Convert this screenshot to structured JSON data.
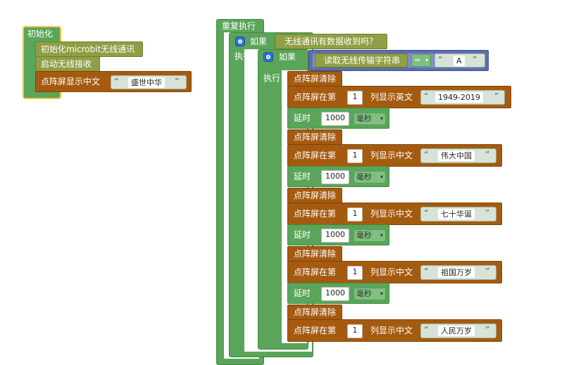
{
  "init_block": {
    "header": "初始化",
    "init_radio": "初始化microbit无线通讯",
    "start_receive": "启动无线接收",
    "matrix_show_cn": "点阵屏显示中文",
    "matrix_show_text": "盛世中华"
  },
  "loop_block": {
    "header": "重复执行",
    "if1_label": "如果",
    "if1_condition": "无线通讯有数据收到吗？",
    "do1_label": "执行",
    "if2_label": "如果",
    "read_string": "读取无线传输字符串",
    "compare_op": "=",
    "compare_value": "A",
    "do2_label": "执行"
  },
  "actions": [
    {
      "clear": "点阵屏清除",
      "show_prefix": "点阵屏在第",
      "row": "1",
      "show_mode": "列显示英文",
      "text": "1949-2019",
      "delay_label": "延时",
      "delay_value": "1000",
      "delay_unit": "毫秒"
    },
    {
      "clear": "点阵屏清除",
      "show_prefix": "点阵屏在第",
      "row": "1",
      "show_mode": "列显示中文",
      "text": "伟大中国",
      "delay_label": "延时",
      "delay_value": "1000",
      "delay_unit": "毫秒"
    },
    {
      "clear": "点阵屏清除",
      "show_prefix": "点阵屏在第",
      "row": "1",
      "show_mode": "列显示中文",
      "text": "七十华诞",
      "delay_label": "延时",
      "delay_value": "1000",
      "delay_unit": "毫秒"
    },
    {
      "clear": "点阵屏清除",
      "show_prefix": "点阵屏在第",
      "row": "1",
      "show_mode": "列显示中文",
      "text": "祖国万岁",
      "delay_label": "延时",
      "delay_value": "1000",
      "delay_unit": "毫秒"
    },
    {
      "clear": "点阵屏清除",
      "show_prefix": "点阵屏在第",
      "row": "1",
      "show_mode": "列显示中文",
      "text": "人民万岁"
    }
  ],
  "colors": {
    "green": "#5ba55b",
    "olive": "#8f9f45",
    "orange": "#a55b0f",
    "selected_outline": "#f2c53d",
    "bool_block": "#5a6fb0"
  },
  "icons": [
    "gear-icon",
    "quote-open-icon",
    "quote-close-icon",
    "dropdown-arrow-icon"
  ]
}
